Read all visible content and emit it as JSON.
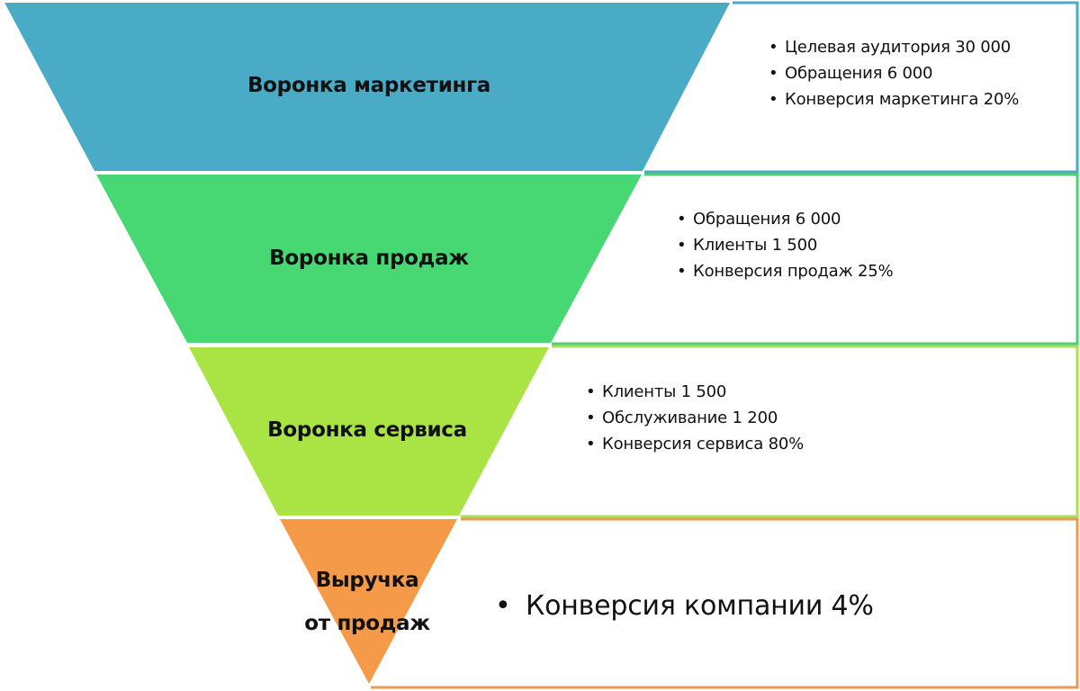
{
  "funnel": {
    "segments": [
      {
        "label": "Воронка маркетинга",
        "color": "#4aabc6",
        "items": [
          "Целевая аудитория 30 000",
          "Обращения 6 000",
          "Конверсия маркетинга 20%"
        ]
      },
      {
        "label": "Воронка продаж",
        "color": "#48d873",
        "items": [
          "Обращения 6 000",
          "Клиенты 1 500",
          "Конверсия продаж 25%"
        ]
      },
      {
        "label": "Воронка сервиса",
        "color": "#a9e444",
        "items": [
          "Клиенты 1 500",
          "Обслуживание 1 200",
          "Конверсия сервиса 80%"
        ]
      },
      {
        "label_line1": "Выручка",
        "label_line2": "от продаж",
        "color": "#f59a48",
        "items": [
          "Конверсия компании 4%"
        ]
      }
    ]
  },
  "chart_data": {
    "type": "funnel",
    "title": "",
    "stages": [
      {
        "name": "Воронка маркетинга",
        "metrics": {
          "Целевая аудитория": 30000,
          "Обращения": 6000,
          "Конверсия маркетинга (%)": 20
        }
      },
      {
        "name": "Воронка продаж",
        "metrics": {
          "Обращения": 6000,
          "Клиенты": 1500,
          "Конверсия продаж (%)": 25
        }
      },
      {
        "name": "Воронка сервиса",
        "metrics": {
          "Клиенты": 1500,
          "Обслуживание": 1200,
          "Конверсия сервиса (%)": 80
        }
      },
      {
        "name": "Выручка от продаж",
        "metrics": {
          "Конверсия компании (%)": 4
        }
      }
    ],
    "colors": [
      "#4aabc6",
      "#48d873",
      "#a9e444",
      "#f59a48"
    ]
  }
}
